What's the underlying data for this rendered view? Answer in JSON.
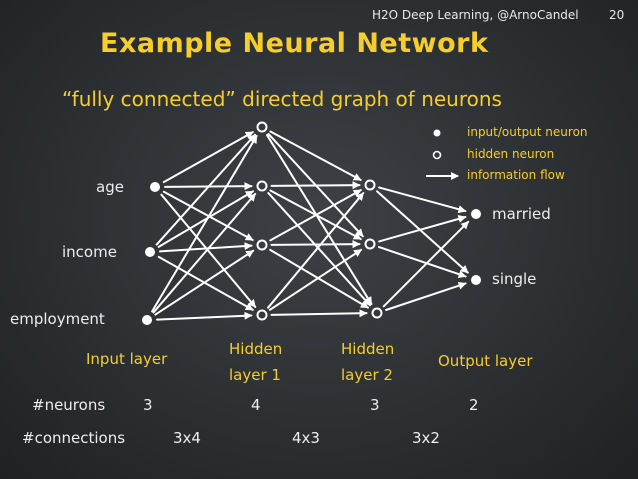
{
  "header": {
    "text": "H2O Deep Learning, @ArnoCandel",
    "page_number": "20"
  },
  "title": "Example Neural Network",
  "subtitle": "“fully connected” directed graph of neurons",
  "inputs": [
    "age",
    "income",
    "employment"
  ],
  "outputs": [
    "married",
    "single"
  ],
  "legend": {
    "io": "input/output neuron",
    "hidden": "hidden neuron",
    "flow": "information flow"
  },
  "layers": {
    "input": "Input layer",
    "hidden1_line1": "Hidden",
    "hidden1_line2": "layer 1",
    "hidden2_line1": "Hidden",
    "hidden2_line2": "layer 2",
    "output": "Output layer"
  },
  "neurons": {
    "label": "#neurons",
    "input": "3",
    "hidden1": "4",
    "hidden2": "3",
    "output": "2"
  },
  "connections": {
    "label": "#connections",
    "c1": "3x4",
    "c2": "4x3",
    "c3": "3x2"
  },
  "colors": {
    "accent": "#f5cd2d",
    "text": "#ededed",
    "background": "#2d3033"
  }
}
